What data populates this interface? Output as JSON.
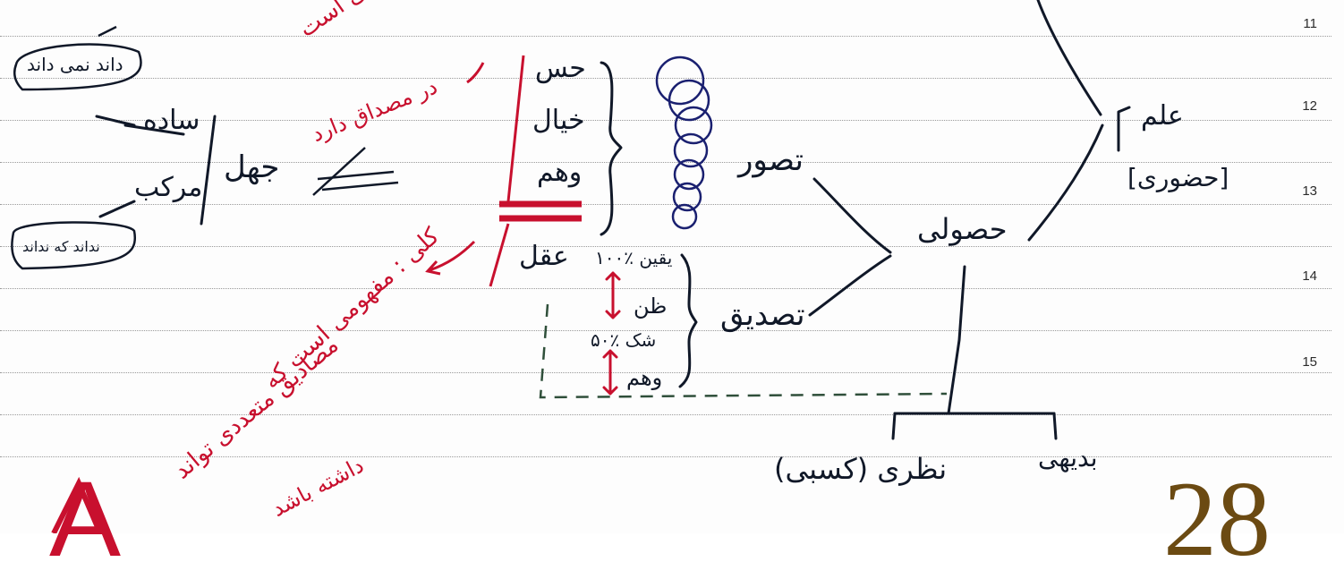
{
  "line_numbers": [
    "11",
    "12",
    "13",
    "14",
    "15"
  ],
  "page_number": "28",
  "corner_letter": "A",
  "diagram": {
    "ilm": "علم",
    "huzuri": "[حضوری]",
    "husuli": "حصولی",
    "tasawwur": "تصور",
    "tasdiq": "تصدیق",
    "badihi": "بدیهی",
    "nazari": "نظری (کسبی)",
    "hiss": "حس",
    "khiyal": "خیال",
    "wahm": "وهم",
    "aql": "عقل",
    "yaqin": "یقین ٪۱۰۰",
    "zann": "ظن",
    "shakk": "شک ٪۵۰",
    "wahm2": "وهم",
    "jahl": "جهل",
    "basit": "ساده",
    "murakkab": "مرکب",
    "basit_note": "داند نمی داند",
    "murakkab_note": "نداند که نداند"
  },
  "notes": {
    "juzi": "جزئی : مفهومی است",
    "juzi_line2": "در مصداق دارد",
    "kulli": "کلی : مفهومی است که",
    "kulli_line2": "مصادیق متعددی تواند",
    "kulli_line3": "داشته باشد"
  },
  "colors": {
    "ink": "#101828",
    "red": "#c8102e",
    "green_dash": "#2f4f3a",
    "page_number": "#6b4a12",
    "rule": "#9a9a9a"
  }
}
